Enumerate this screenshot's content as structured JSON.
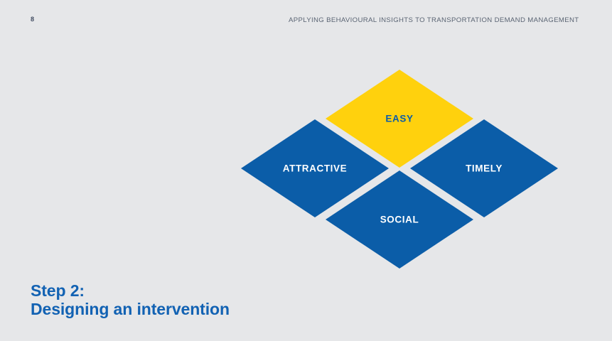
{
  "slide": {
    "background_color": "#e6e7e9",
    "page_number": "8",
    "header_title": "APPLYING BEHAVIOURAL INSIGHTS TO TRANSPORTATION DEMAND MANAGEMENT",
    "title_line1": "Step 2:",
    "title_line2": "Designing an intervention",
    "title_color": "#1262b3"
  },
  "diagram": {
    "name": "east-framework-diamonds",
    "accent_blue": "#0b5da8",
    "accent_yellow": "#ffd10d",
    "label_white": "#ffffff",
    "label_blue": "#0b5da8",
    "items": [
      {
        "id": "easy",
        "label": "EASY",
        "fill": "#ffd10d",
        "text_color": "#0b5da8",
        "position": "top"
      },
      {
        "id": "attractive",
        "label": "ATTRACTIVE",
        "fill": "#0b5da8",
        "text_color": "#ffffff",
        "position": "left"
      },
      {
        "id": "timely",
        "label": "TIMELY",
        "fill": "#0b5da8",
        "text_color": "#ffffff",
        "position": "right"
      },
      {
        "id": "social",
        "label": "SOCIAL",
        "fill": "#0b5da8",
        "text_color": "#ffffff",
        "position": "bottom"
      }
    ]
  }
}
